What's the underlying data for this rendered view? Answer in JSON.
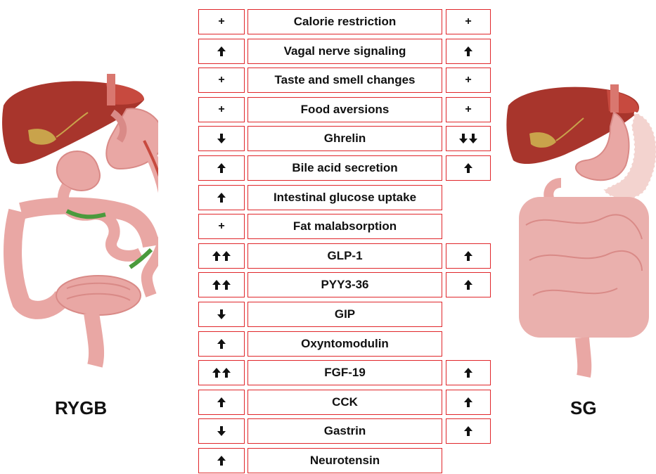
{
  "procedures": {
    "left": "RYGB",
    "right": "SG"
  },
  "rows": [
    {
      "label": "Calorie restriction",
      "rygb": "+",
      "sg": "+"
    },
    {
      "label": "Vagal nerve signaling",
      "rygb": "up",
      "sg": "up"
    },
    {
      "label": "Taste and smell changes",
      "rygb": "+",
      "sg": "+"
    },
    {
      "label": "Food aversions",
      "rygb": "+",
      "sg": "+"
    },
    {
      "label": "Ghrelin",
      "rygb": "down",
      "sg": "down-down"
    },
    {
      "label": "Bile acid secretion",
      "rygb": "up",
      "sg": "up"
    },
    {
      "label": "Intestinal glucose uptake",
      "rygb": "up",
      "sg": null
    },
    {
      "label": "Fat malabsorption",
      "rygb": "+",
      "sg": null
    },
    {
      "label": "GLP-1",
      "rygb": "up-up",
      "sg": "up"
    },
    {
      "label": "PYY3-36",
      "rygb": "up-up",
      "sg": "up"
    },
    {
      "label": "GIP",
      "rygb": "down",
      "sg": null
    },
    {
      "label": "Oxyntomodulin",
      "rygb": "up",
      "sg": null
    },
    {
      "label": "FGF-19",
      "rygb": "up-up",
      "sg": "up"
    },
    {
      "label": "CCK",
      "rygb": "up",
      "sg": "up"
    },
    {
      "label": "Gastrin",
      "rygb": "down",
      "sg": "up"
    },
    {
      "label": "Neurotensin",
      "rygb": "up",
      "sg": null
    }
  ],
  "colors": {
    "border": "#e0262a",
    "liver": "#a8352c",
    "intestine": "#e9a7a4",
    "intestine_dark": "#d98a87",
    "bypass_green": "#4a9a3c",
    "bile_duct": "#c9a34b"
  }
}
